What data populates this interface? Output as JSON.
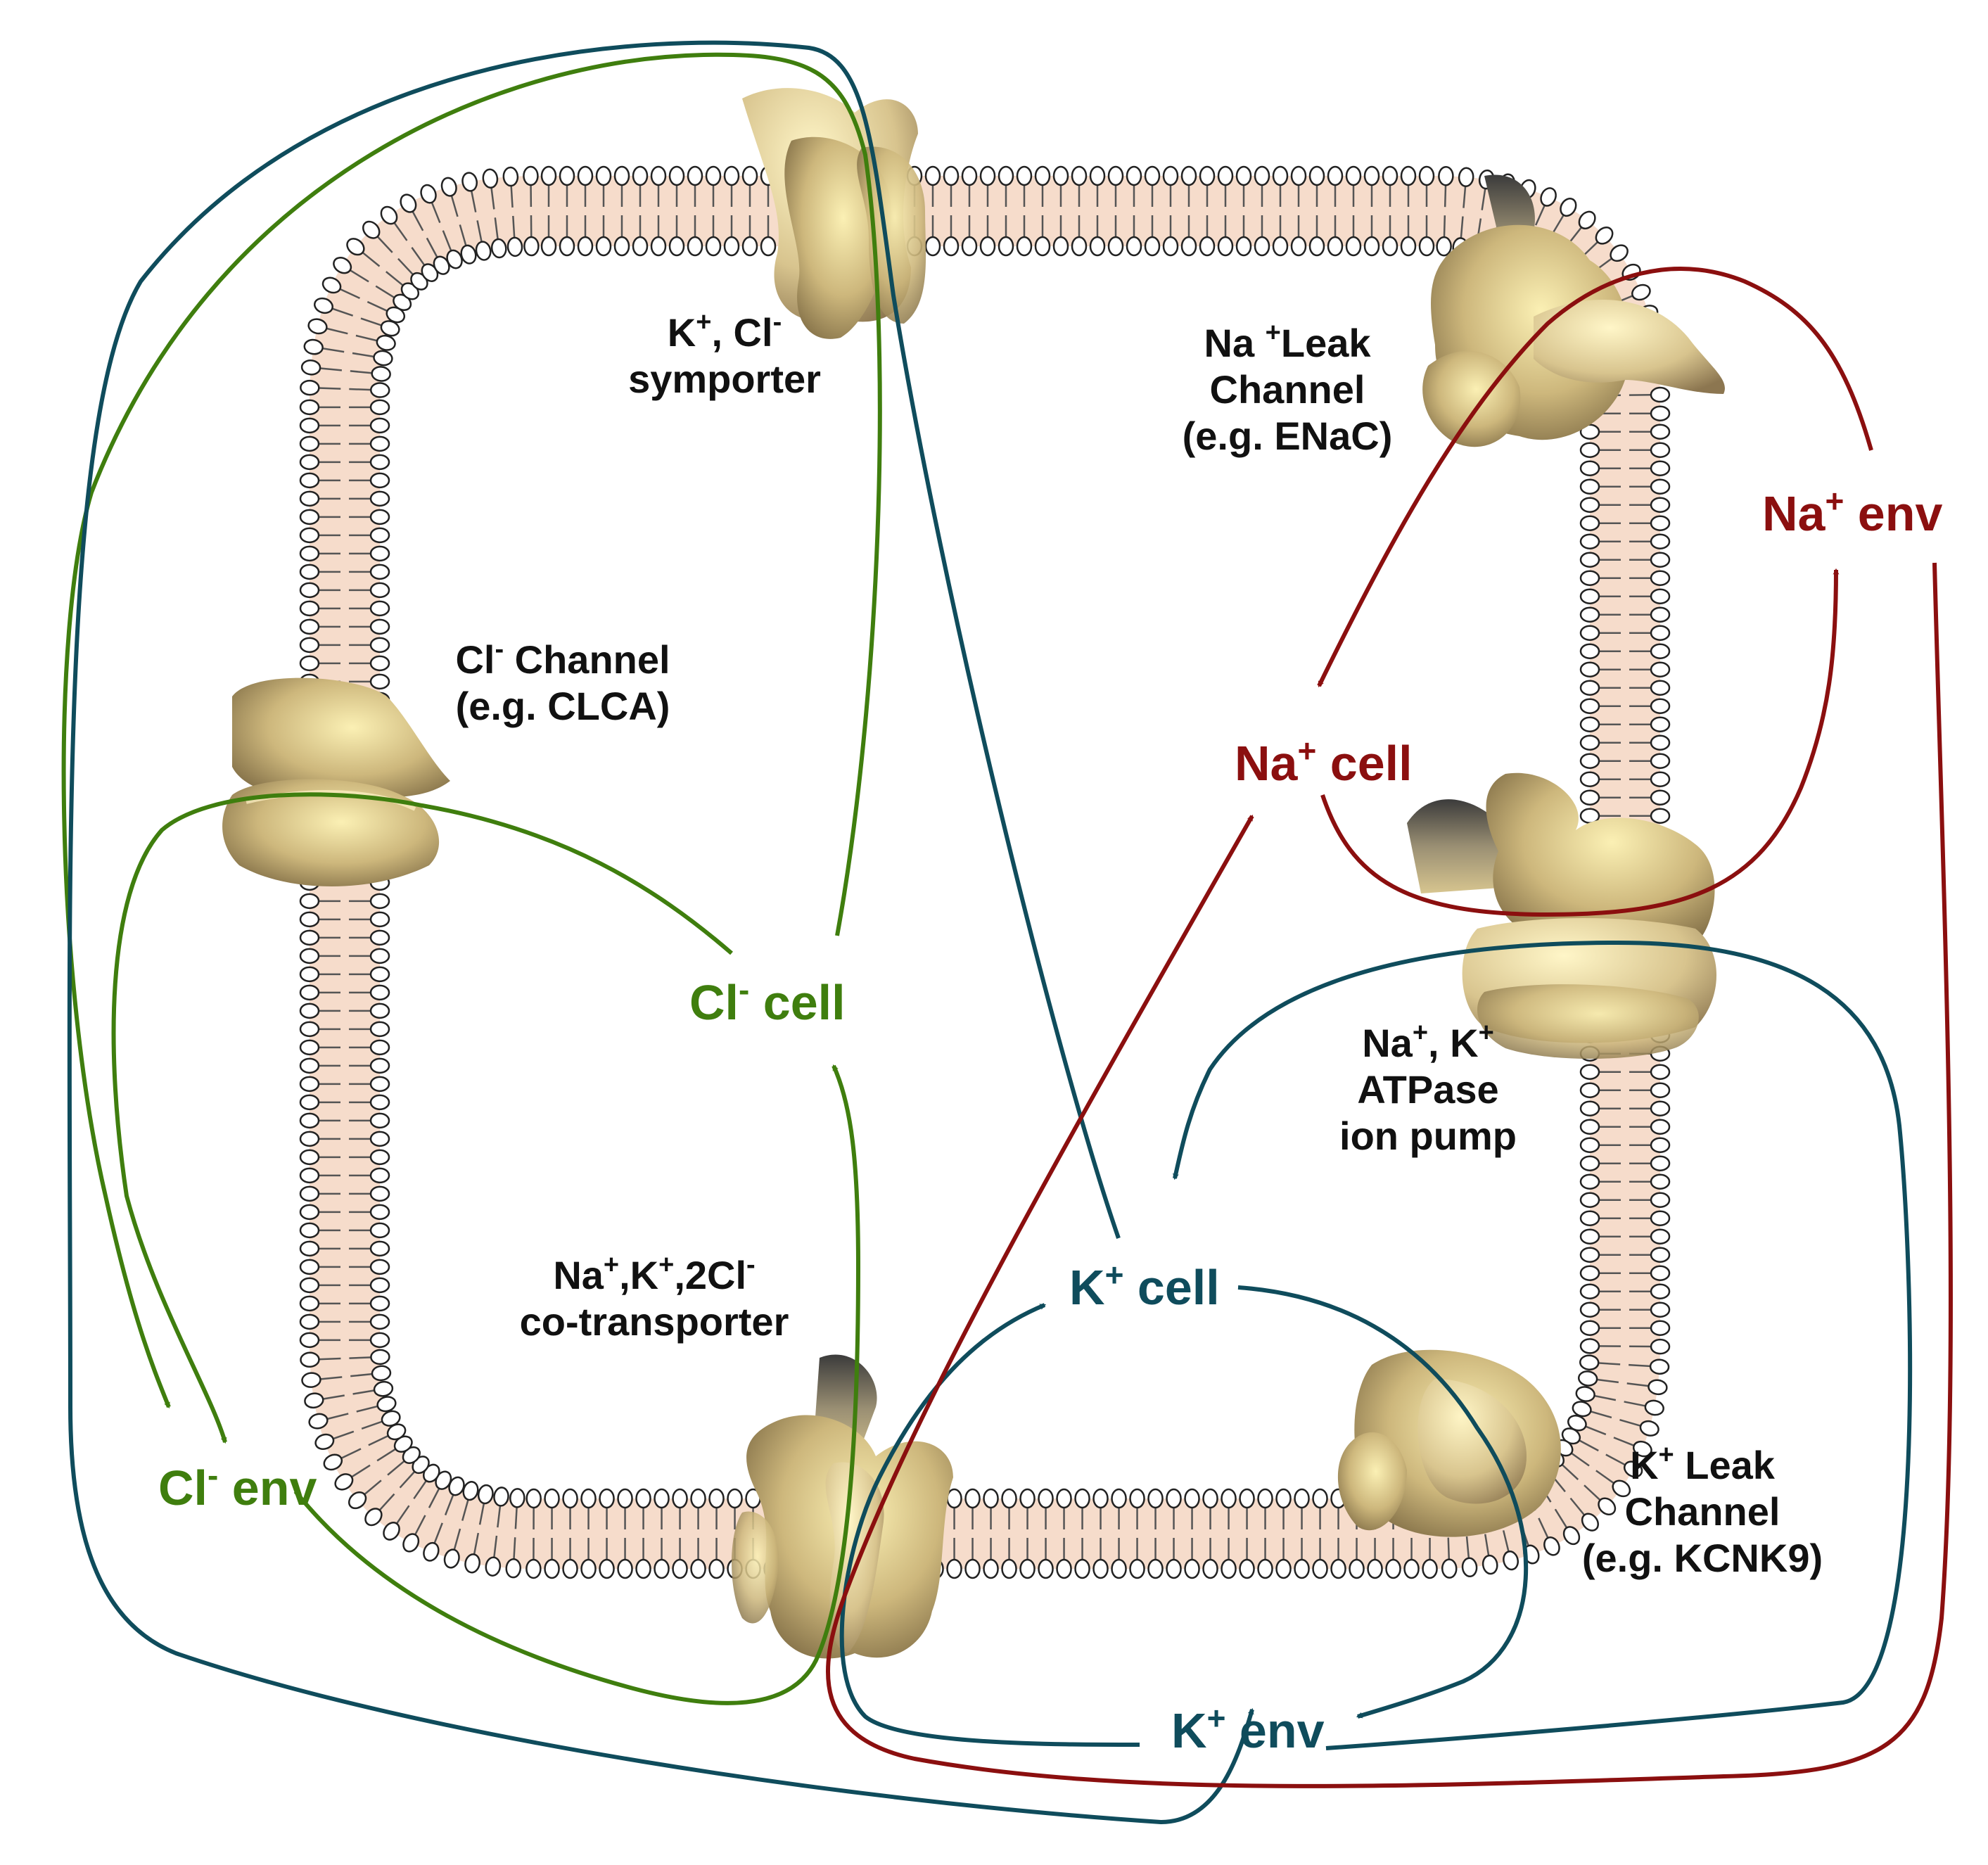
{
  "colors": {
    "chloride": "#3f7e0e",
    "potassium": "#0f4c5c",
    "sodium": "#8b0f0f",
    "membrane_fill": "#f6dccb",
    "protein": "#c9b37a"
  },
  "proteins": {
    "kcl_symporter": {
      "line1_a": "K",
      "line1_sup_a": "+",
      "line1_b": ", Cl",
      "line1_sup_b": "-",
      "line2": "symporter"
    },
    "na_leak": {
      "line1_a": "Na ",
      "line1_sup": "+",
      "line1_b": "Leak",
      "line2": "Channel",
      "line3": "(e.g. ENaC)"
    },
    "cl_channel": {
      "line1_a": "Cl",
      "line1_sup": "-",
      "line1_b": " Channel",
      "line2": "(e.g. CLCA)"
    },
    "na_k_atpase": {
      "line1_a": "Na",
      "line1_sup_a": "+",
      "line1_b": ", K",
      "line1_sup_b": "+",
      "line2": "ATPase",
      "line3": "ion pump"
    },
    "nkcc": {
      "line1_a": "Na",
      "line1_sup_a": "+",
      "line1_b": ",K",
      "line1_sup_b": "+",
      "line1_c": ",2Cl",
      "line1_sup_c": "-",
      "line2": "co-transporter"
    },
    "k_leak": {
      "line1_a": "K",
      "line1_sup": "+",
      "line1_b": " Leak",
      "line2": "Channel",
      "line3": "(e.g. KCNK9)"
    }
  },
  "ions": {
    "na_env": {
      "base": "Na",
      "sup": "+",
      "suffix": " env"
    },
    "na_cell": {
      "base": "Na",
      "sup": "+",
      "suffix": " cell"
    },
    "cl_cell": {
      "base": "Cl",
      "sup": "-",
      "suffix": " cell"
    },
    "cl_env": {
      "base": "Cl",
      "sup": "-",
      "suffix": " env"
    },
    "k_cell": {
      "base": "K",
      "sup": "+",
      "suffix": " cell"
    },
    "k_env": {
      "base": "K",
      "sup": "+",
      "suffix": " env"
    }
  }
}
